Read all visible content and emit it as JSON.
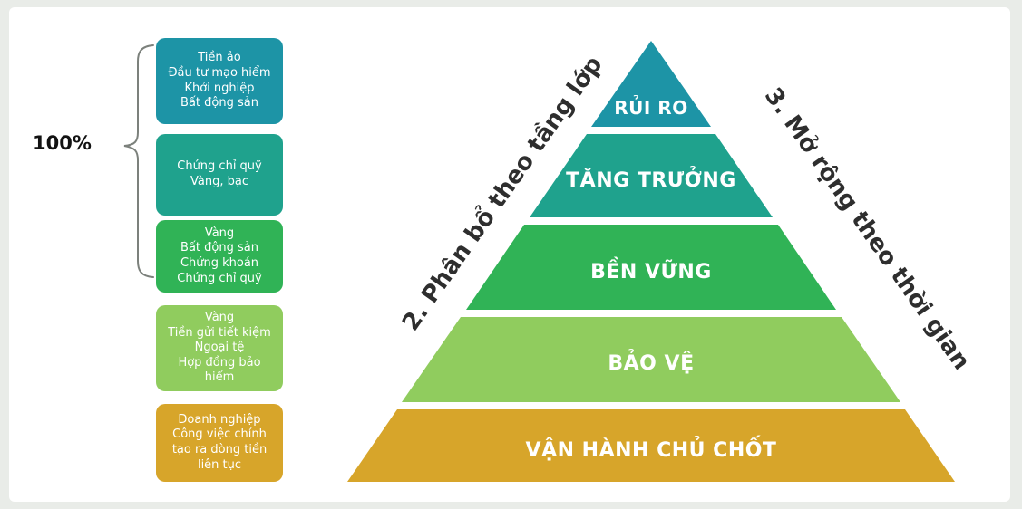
{
  "diagram": {
    "percent_label": "100%",
    "asset_boxes": [
      {
        "color": "#1d94a6",
        "lines": [
          "Tiền ảo",
          "Đầu tư mạo hiểm",
          "Khởi nghiệp",
          "Bất động sản"
        ]
      },
      {
        "color": "#1fa28d",
        "lines": [
          "Chứng chỉ quỹ",
          "Vàng, bạc"
        ]
      },
      {
        "color": "#30b356",
        "lines": [
          "Vàng",
          "Bất động sản",
          "Chứng khoán",
          "Chứng chỉ quỹ"
        ]
      },
      {
        "color": "#90cc5e",
        "lines": [
          "Vàng",
          "Tiền gửi tiết kiệm",
          "Ngoại tệ",
          "Hợp đồng bảo hiểm"
        ]
      },
      {
        "color": "#d7a52a",
        "lines": [
          "Doanh nghiệp",
          "Công việc chính",
          "tạo ra dòng tiền",
          "liên tục"
        ]
      }
    ],
    "pyramid_levels": [
      {
        "label": "RỦI RO",
        "color": "#1d94a6"
      },
      {
        "label": "TĂNG TRƯỞNG",
        "color": "#1fa28d"
      },
      {
        "label": "BỀN VỮNG",
        "color": "#30b356"
      },
      {
        "label": "BẢO VỆ",
        "color": "#90cc5e"
      },
      {
        "label": "VẬN HÀNH CHỦ CHỐT",
        "color": "#d7a52a"
      }
    ],
    "axis_labels": {
      "left": "2. Phân bổ theo tầng lớp",
      "right": "3. Mở rộng theo thời gian"
    }
  }
}
